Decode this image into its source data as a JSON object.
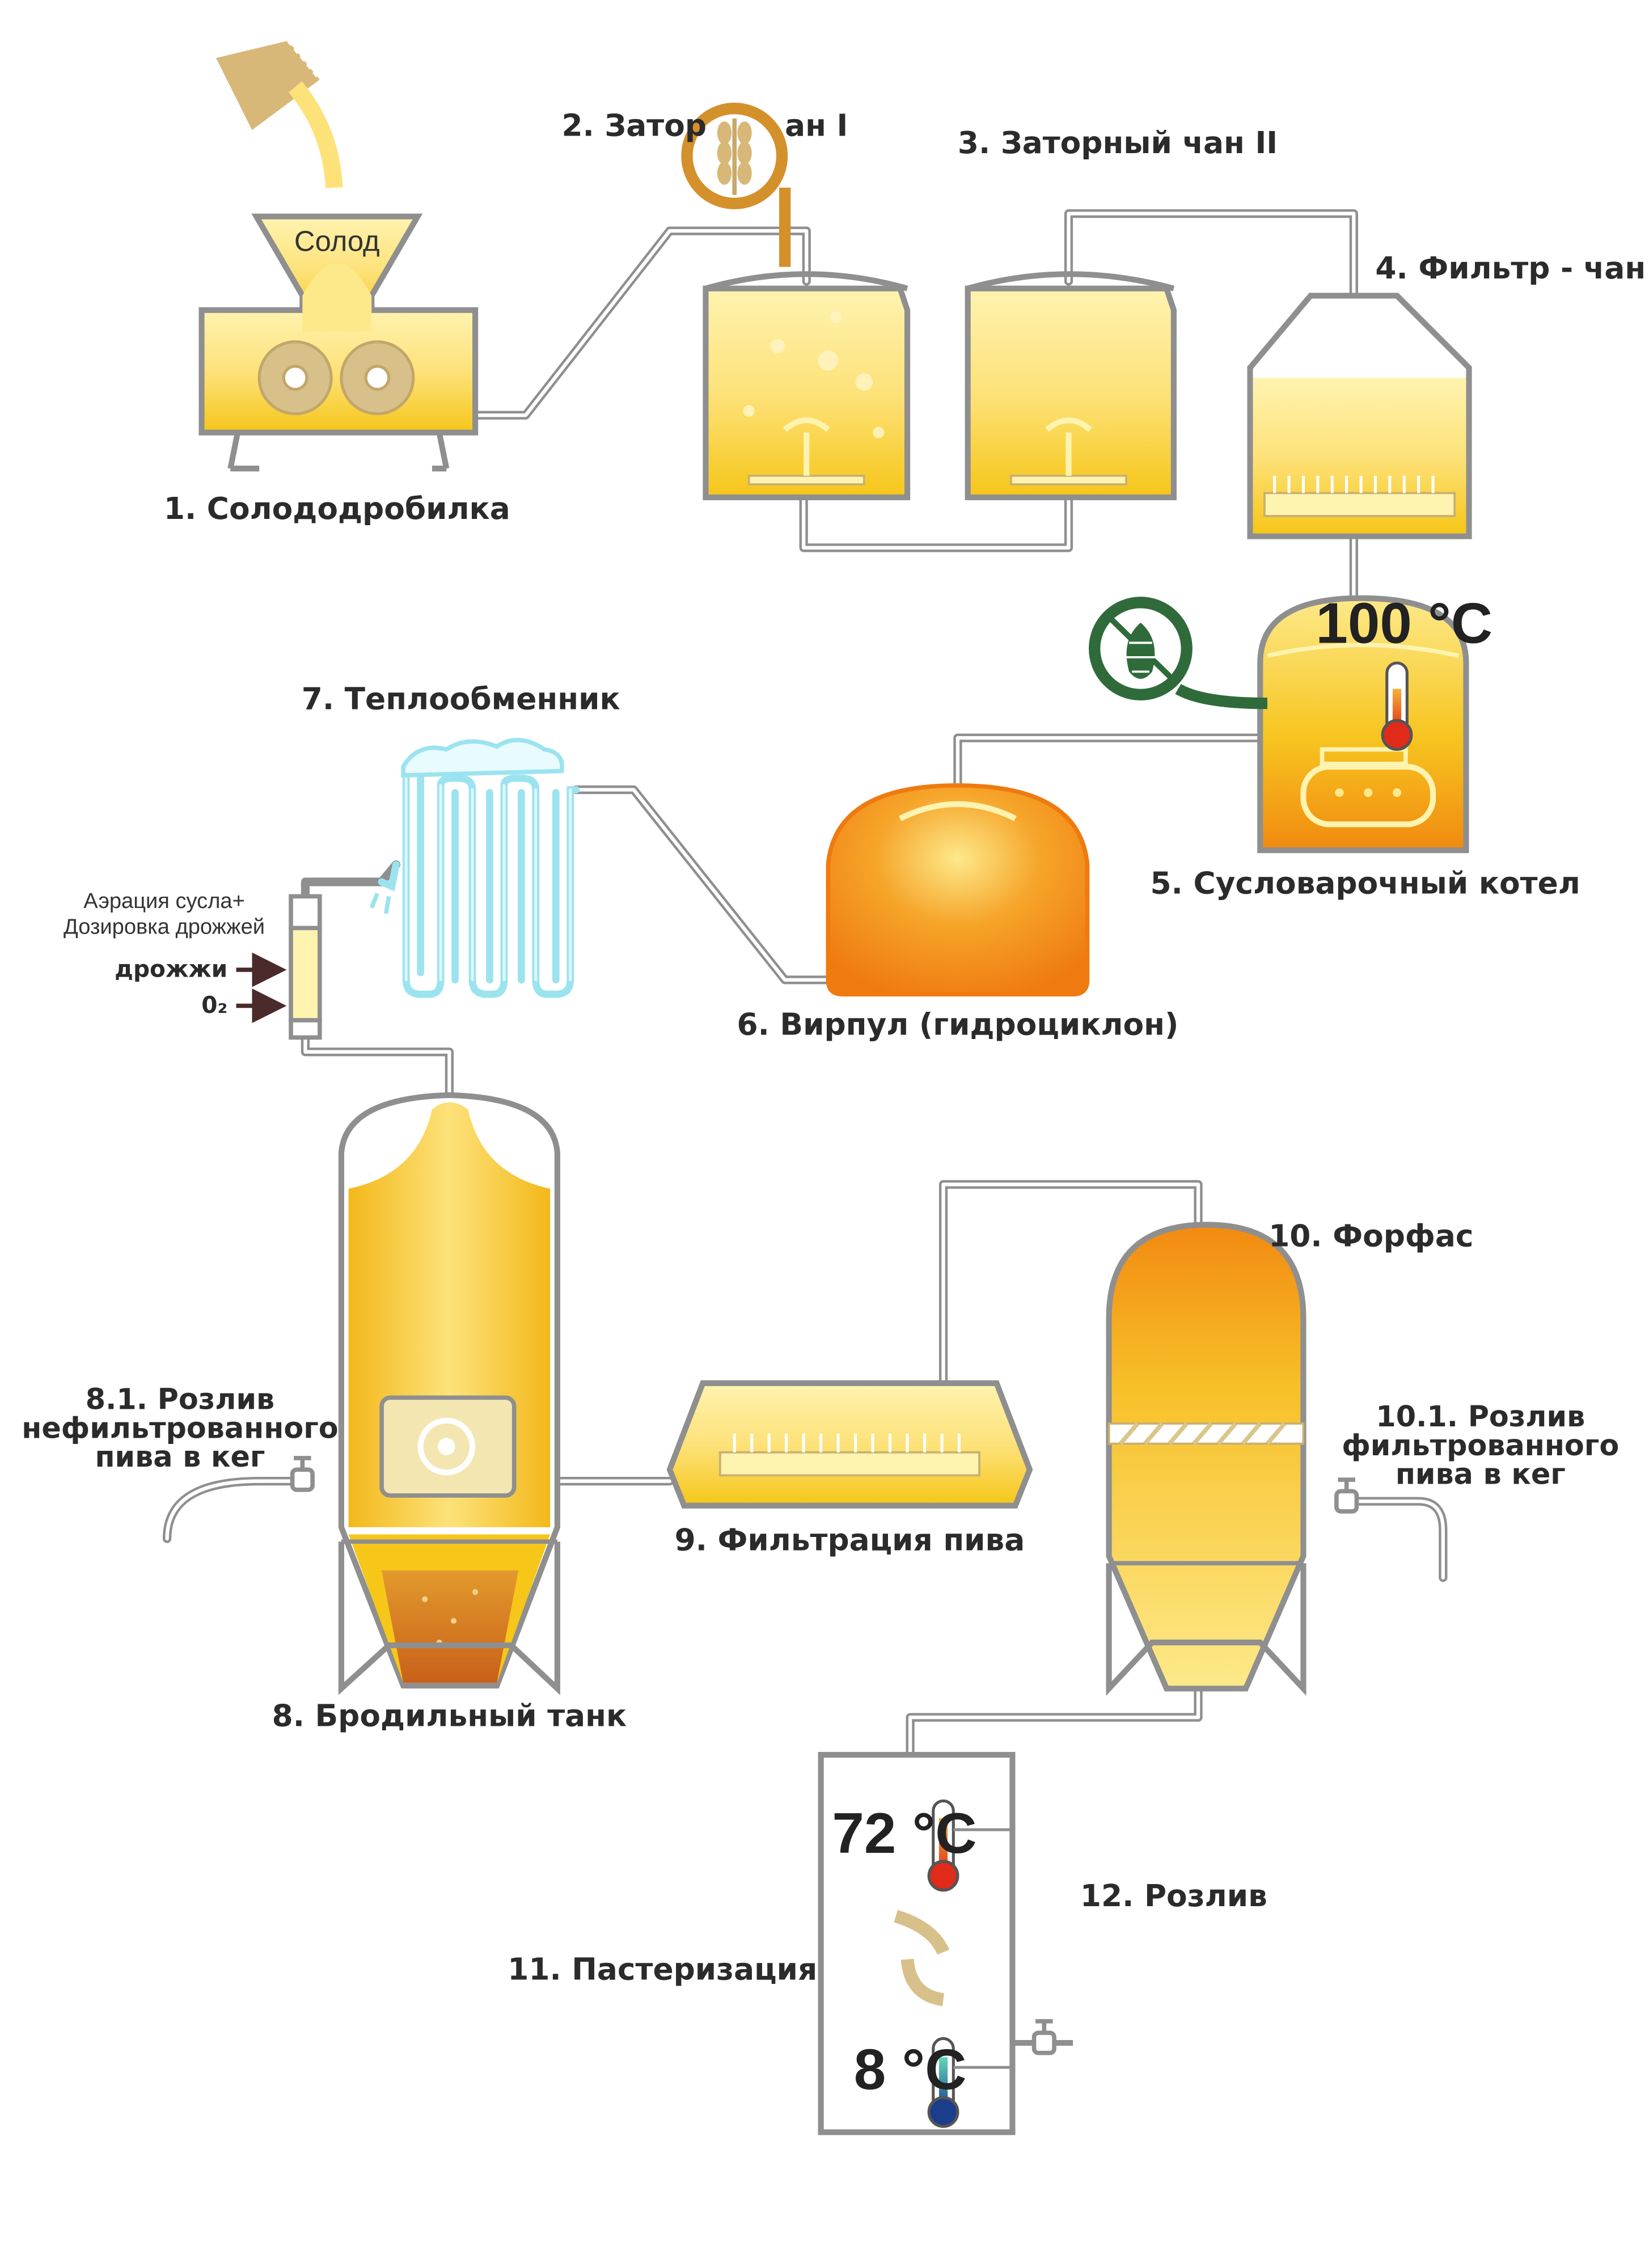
{
  "diagram": {
    "title": "",
    "labels": {
      "malt": "Солод",
      "crusher": "1. Солододробилка",
      "mash1_left": "2. Затор",
      "mash1_right": "ан I",
      "mash2": "3. Заторный чан II",
      "lauter": "4. Фильтр - чан",
      "kettle": "5. Сусловарочный котел",
      "kettle_temp": "100 °C",
      "whirlpool": "6. Вирпул (гидроциклон)",
      "heat_exchanger": "7. Теплообменник",
      "aeration_line1": "Аэрация сусла+",
      "aeration_line2": "Дозировка дрожжей",
      "yeast": "дрожжи",
      "oxygen": "0₂",
      "fermenter": "8. Бродильный танк",
      "unfiltered_line1": "8.1. Розлив",
      "unfiltered_line2": "нефильтрованного",
      "unfiltered_line3": "пива в кег",
      "filtration": "9. Фильтрация пива",
      "bright_tank": "10. Форфас",
      "filtered_line1": "10.1. Розлив",
      "filtered_line2": "фильтрованного",
      "filtered_line3": "пива в кег",
      "pasteurization": "11. Пастеризация",
      "bottling": "12. Розлив",
      "temp_hot": "72 °C",
      "temp_cold": "8 °C"
    },
    "icons": [
      "malt-sack-icon",
      "wheat-icon",
      "gear-icon",
      "hop-icon",
      "thermometer-icon",
      "faucet-icon",
      "arrow-icon"
    ],
    "colors": {
      "pipe": "#9a9a9a",
      "beer_light": "#fde27a",
      "beer": "#f6c619",
      "copper": "#d4902b",
      "orange": "#f28a12",
      "hop_green": "#2f6b3a",
      "cold_blue": "#9be3ef"
    }
  }
}
